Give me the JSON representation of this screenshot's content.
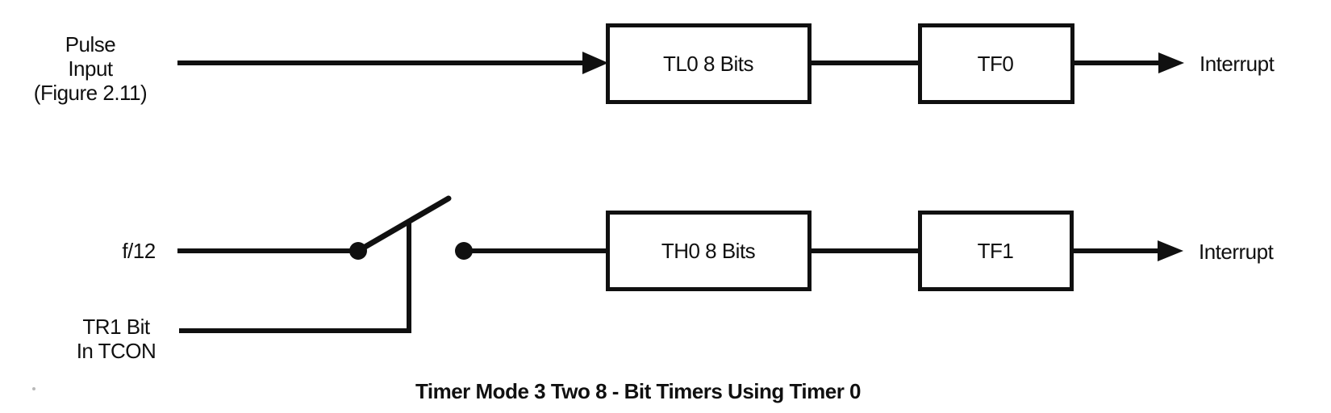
{
  "figure": {
    "caption": "Timer Mode 3 Two 8 - Bit Timers Using Timer 0",
    "colors": {
      "ink": "#101010",
      "paper": "#ffffff"
    },
    "top_row": {
      "input_line1": "Pulse",
      "input_line2": "Input",
      "input_line3": "(Figure 2.11)",
      "counter_box_label": "TL0 8 Bits",
      "flag_box_label": "TF0",
      "output_label": "Interrupt"
    },
    "bottom_row": {
      "clock_label": "f/12",
      "control_line1": "TR1 Bit",
      "control_line2": "In TCON",
      "counter_box_label": "TH0 8 Bits",
      "flag_box_label": "TF1",
      "output_label": "Interrupt"
    }
  }
}
